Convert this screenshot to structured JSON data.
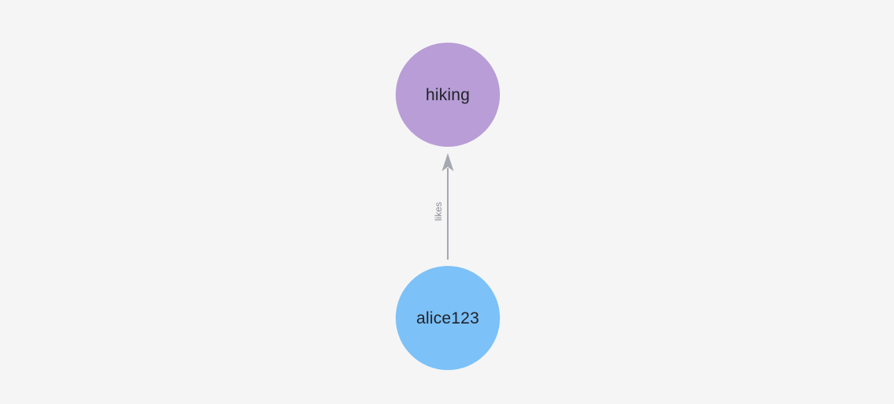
{
  "canvas": {
    "background_color": "#f5f5f6"
  },
  "graph": {
    "nodes": [
      {
        "id": "hiking",
        "label": "hiking",
        "color": "#b89dd6",
        "text_color": "#20232a"
      },
      {
        "id": "alice123",
        "label": "alice123",
        "color": "#7cc1f8",
        "text_color": "#20232a"
      }
    ],
    "edges": [
      {
        "from": "alice123",
        "to": "hiking",
        "label": "likes",
        "direction": "up",
        "color": "#a5a8b0",
        "label_color": "#8b8e95"
      }
    ]
  }
}
